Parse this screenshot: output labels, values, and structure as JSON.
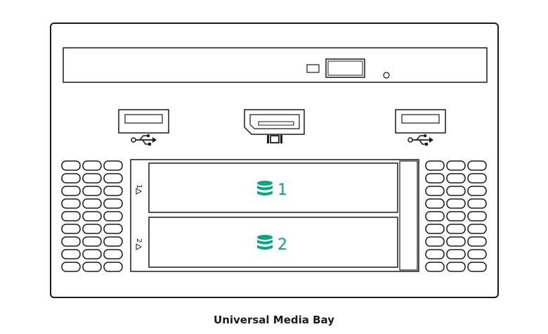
{
  "caption": "Universal Media Bay",
  "accent_color": "#01a982",
  "outline_color": "#1a1a1a",
  "drive_bays": [
    {
      "number": "1",
      "side_mark": "1"
    },
    {
      "number": "2",
      "side_mark": "2"
    }
  ],
  "icons": {
    "usb": "usb-icon",
    "displayport": "displayport-icon",
    "drive": "drive-stack-icon"
  }
}
